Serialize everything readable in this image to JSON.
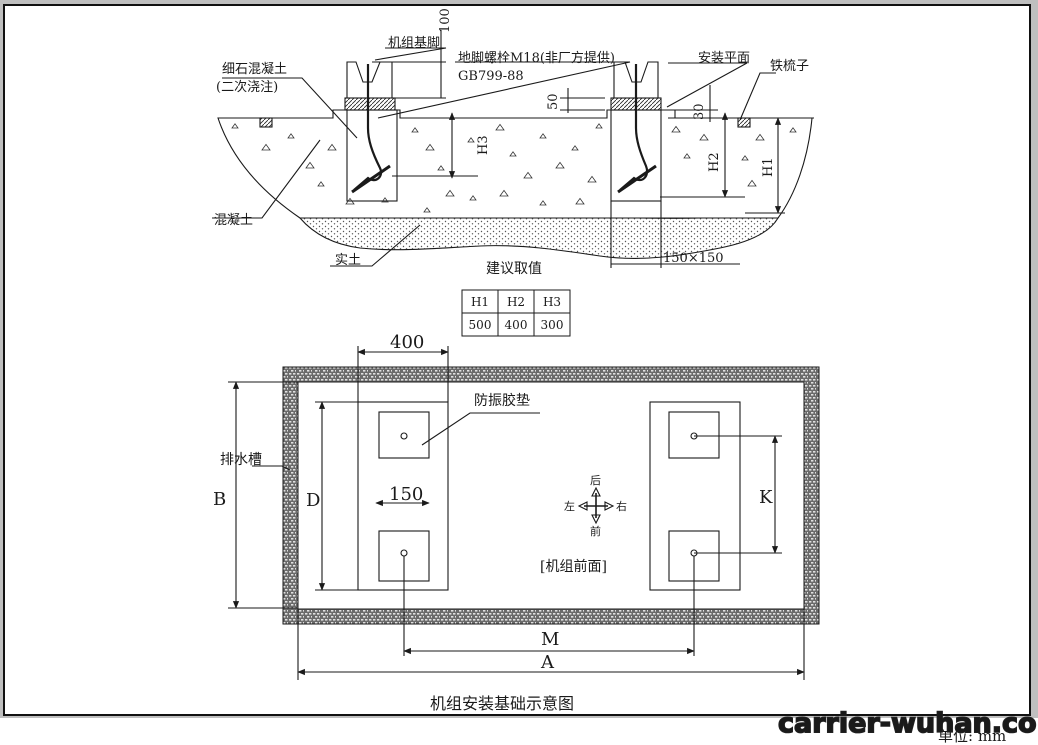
{
  "section_labels": {
    "fine_concrete": "细石混凝土",
    "secondary_pour": "(二次浇注)",
    "unit_footing": "机组基脚",
    "anchor_bolt": "地脚螺栓M18(非厂方提供)",
    "bolt_standard": "GB799-88",
    "install_plane": "安装平面",
    "iron_comb": "铁梳子",
    "concrete": "混凝土",
    "solid_soil": "实土",
    "pocket_size": "150×150",
    "dim_100": "100",
    "dim_50": "50",
    "dim_30": "30",
    "h1": "H1",
    "h2": "H2",
    "h3": "H3"
  },
  "recommended_table": {
    "title": "建议取值",
    "headers": [
      "H1",
      "H2",
      "H3"
    ],
    "values": [
      "500",
      "400",
      "300"
    ]
  },
  "plan_labels": {
    "width_400": "400",
    "vibration_pad": "防振胶垫",
    "drain": "排水槽",
    "b": "B",
    "d": "D",
    "k": "K",
    "pad_150": "150",
    "m": "M",
    "a": "A",
    "front_face": "[机组前面]"
  },
  "compass": {
    "back": "后",
    "front": "前",
    "left": "左",
    "right": "右"
  },
  "caption": "机组安装基础示意图",
  "watermark": "carrier-wuhan.com",
  "unit_text": "单位: mm",
  "colors": {
    "background": "#bfbfbf",
    "panel": "#ffffff",
    "line": "#1a1a1a",
    "watermark": "#222222"
  }
}
